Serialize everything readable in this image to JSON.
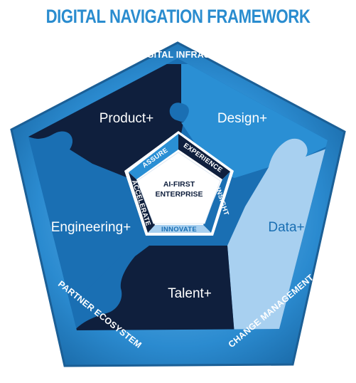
{
  "title": "DIGITAL NAVIGATION FRAMEWORK",
  "bands": {
    "top": "SHARED DIGITAL INFRASTRUCTURE",
    "bottom_left": "PARTNER ECOSYSTEM",
    "bottom_right": "CHANGE MANAGEMENT"
  },
  "segments": {
    "product": "Product+",
    "design": "Design+",
    "data": "Data+",
    "talent": "Talent+",
    "engineering": "Engineering+"
  },
  "inner_ring": {
    "assure": "ASSURE",
    "experience": "EXPERIENCE",
    "insight": "INSIGHT",
    "innovate": "INNOVATE",
    "accelerate": "ACCELERATE"
  },
  "core": {
    "line1": "AI-FIRST",
    "line2": "ENTERPRISE"
  },
  "colors": {
    "title": "#2a8ccf",
    "outer_frame": "#1f7fc0",
    "frame_light": "#4aa3dc",
    "dark_navy": "#0f1f3d",
    "mid_blue": "#1a6fb3",
    "bright_blue": "#2a8fd4",
    "light_blue": "#a8d0f0"
  }
}
